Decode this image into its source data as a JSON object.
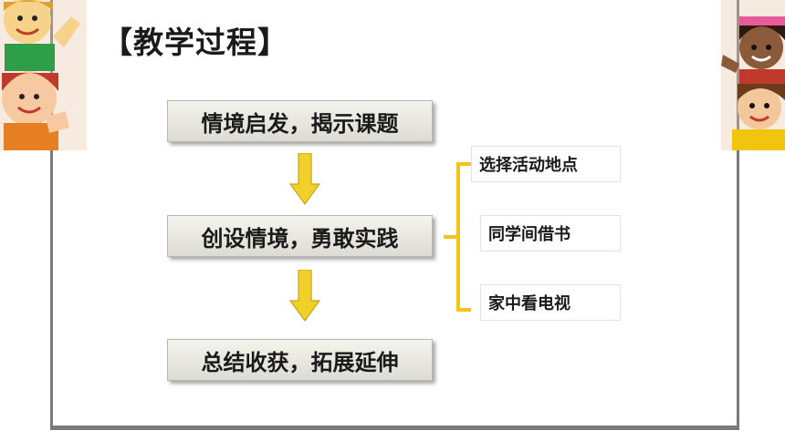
{
  "title": "【教学过程】",
  "steps": [
    {
      "label": "情境启发，揭示课题"
    },
    {
      "label": "创设情境，勇敢实践"
    },
    {
      "label": "总结收获，拓展延伸"
    }
  ],
  "activities": [
    {
      "label": "选择活动地点"
    },
    {
      "label": "同学间借书"
    },
    {
      "label": "家中看电视"
    }
  ],
  "colors": {
    "arrow": "#f2d02a",
    "bracket": "#f4c318",
    "border": "#7a7a7a"
  }
}
